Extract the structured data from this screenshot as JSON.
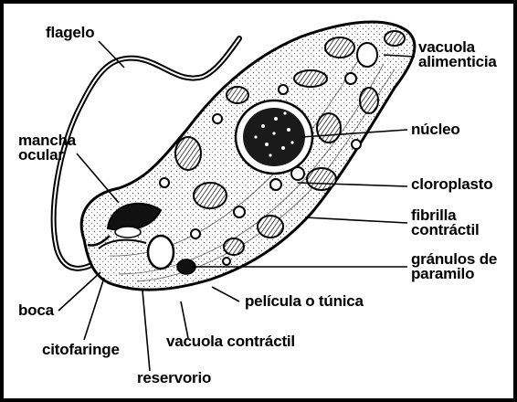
{
  "colors": {
    "ink": "#000000",
    "paper": "#ffffff",
    "cytoplasm": "#ececec"
  },
  "labels": {
    "flagelo": "flagelo",
    "mancha_ocular": [
      "mancha",
      "ocular"
    ],
    "boca": "boca",
    "citofaringe": "citofaringe",
    "reservorio": "reservorio",
    "vacuola_contractil": "vacuola contráctil",
    "pelicula": "película o túnica",
    "granulos": [
      "gránulos de",
      "paramilo"
    ],
    "fibrilla": [
      "fibrilla",
      "contráctil"
    ],
    "cloroplasto": "cloroplasto",
    "nucleo": "núcleo",
    "vacuola_alimenticia": [
      "vacuola",
      "alimenticia"
    ]
  }
}
